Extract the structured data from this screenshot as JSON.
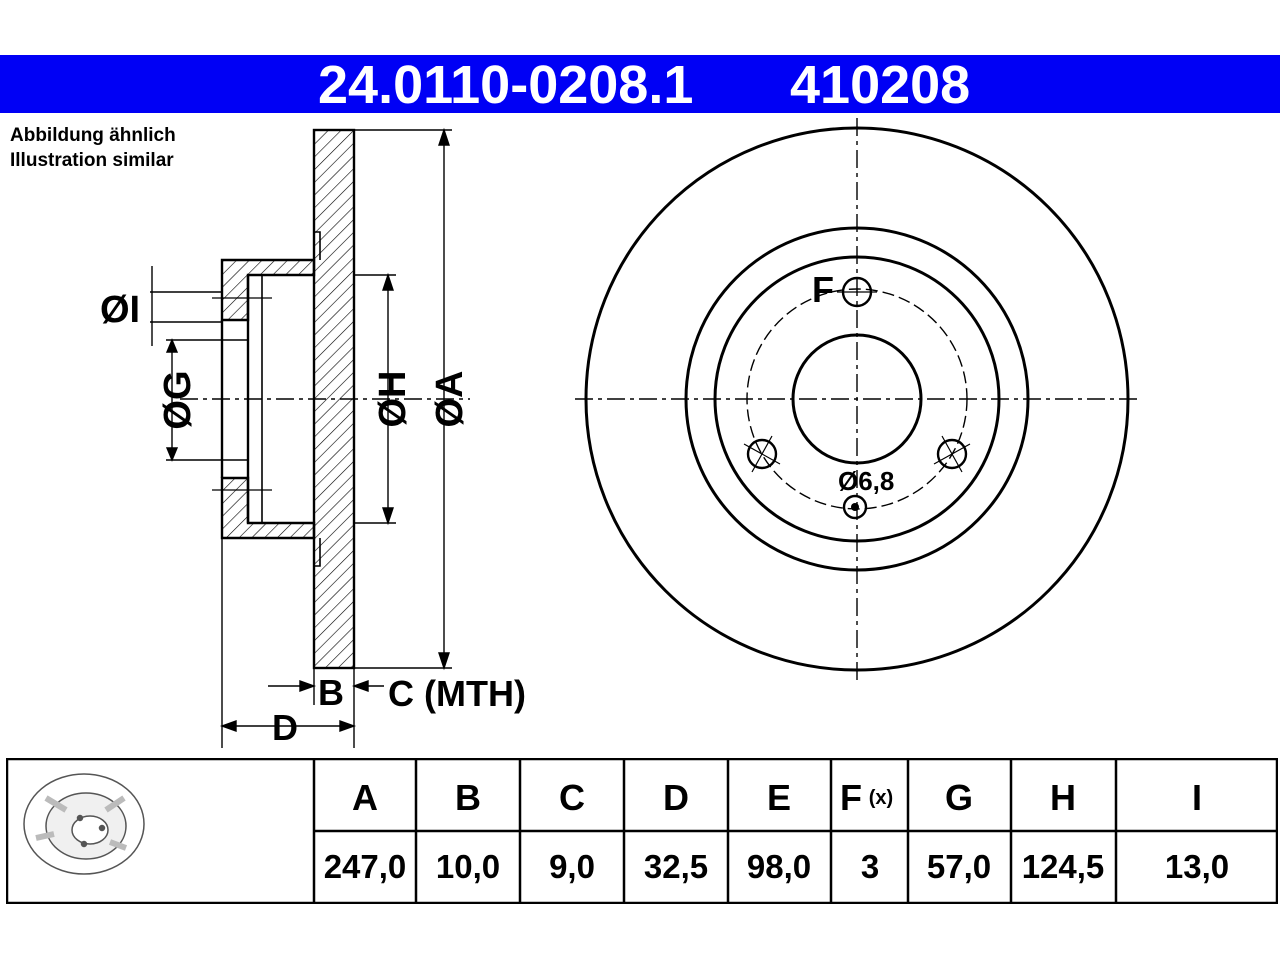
{
  "header": {
    "part_number": "24.0110-0208.1",
    "ref_number": "410208",
    "bg_color": "#0000f5"
  },
  "note": {
    "line_de": "Abbildung ähnlich",
    "line_en": "Illustration similar"
  },
  "drawing": {
    "label_i": "ØI",
    "label_g": "ØG",
    "label_h": "ØH",
    "label_a": "ØA",
    "label_b": "B",
    "label_c": "C (MTH)",
    "label_d": "D",
    "label_f": "F",
    "label_hole": "Ø6,8"
  },
  "table": {
    "headers": [
      "A",
      "B",
      "C",
      "D",
      "E",
      "F",
      "G",
      "H",
      "I"
    ],
    "header_f_suffix": "(x)",
    "values": [
      "247,0",
      "10,0",
      "9,0",
      "32,5",
      "98,0",
      "3",
      "57,0",
      "124,5",
      "13,0"
    ]
  }
}
